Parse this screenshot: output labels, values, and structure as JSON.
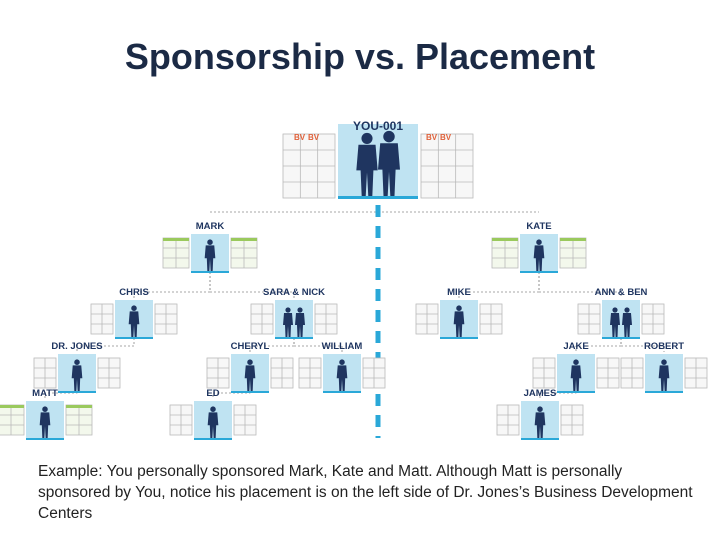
{
  "title": "Sponsorship vs. Placement",
  "root": {
    "label": "YOU-001",
    "badge_left": [
      "BV",
      "BV"
    ],
    "badge_right": [
      "BV",
      "BV"
    ]
  },
  "nodes": [
    {
      "id": "mark",
      "label": "MARK"
    },
    {
      "id": "kate",
      "label": "KATE"
    },
    {
      "id": "chris",
      "label": "CHRIS"
    },
    {
      "id": "sara-nick",
      "label": "SARA & NICK"
    },
    {
      "id": "mike",
      "label": "MIKE"
    },
    {
      "id": "ann-ben",
      "label": "ANN & BEN"
    },
    {
      "id": "dr-jones",
      "label": "DR. JONES"
    },
    {
      "id": "cheryl",
      "label": "CHERYL"
    },
    {
      "id": "william",
      "label": "WILLIAM"
    },
    {
      "id": "jake",
      "label": "JAKE"
    },
    {
      "id": "robert",
      "label": "ROBERT"
    },
    {
      "id": "matt",
      "label": "MATT"
    },
    {
      "id": "ed",
      "label": "ED"
    },
    {
      "id": "james",
      "label": "JAMES"
    }
  ],
  "colors": {
    "title": "#1b2a45",
    "label": "#1f3560",
    "box": "#bfe3f2",
    "figure": "#1f3560",
    "divider": "#2aa8d8",
    "green": "#9ac95d",
    "grid": "#b9b9b9",
    "bv": "#e0613a"
  },
  "caption": "Example:  You personally sponsored Mark, Kate and Matt.  Although Matt is personally sponsored by You, notice his placement is on the left side of Dr. Jones’s Business Development Centers"
}
